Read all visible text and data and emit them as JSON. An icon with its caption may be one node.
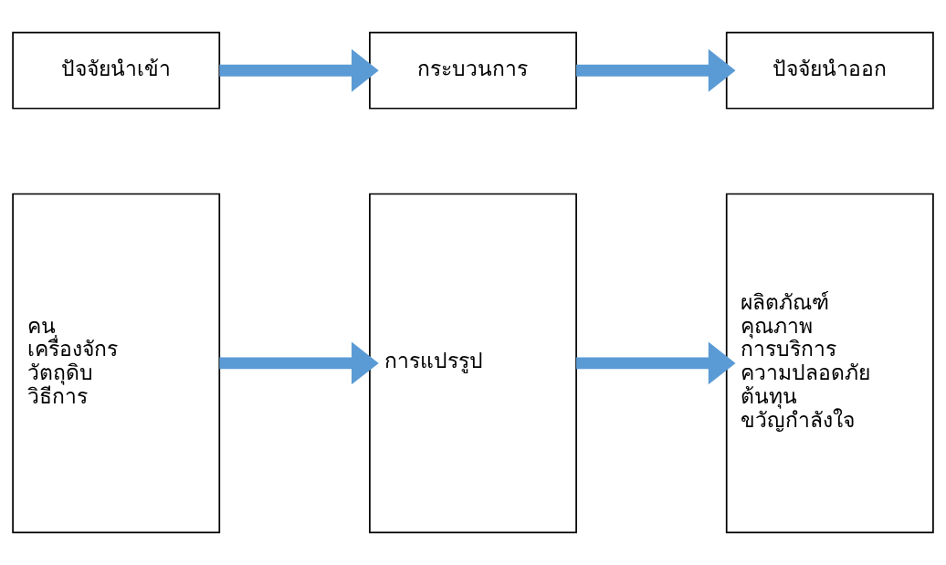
{
  "diagram": {
    "nodes": [
      {
        "text": [
          "ปัจจัยนำเข้า"
        ]
      },
      {
        "text": [
          "กระบวนการ"
        ]
      },
      {
        "text": [
          "ปัจจัยนำออก"
        ]
      },
      {
        "text": [
          "คน",
          "เครื่องจักร",
          "วัตถุดิบ",
          "วิธีการ"
        ]
      },
      {
        "text": [
          "การแปรรูป"
        ]
      },
      {
        "text": [
          "ผลิตภัณฑ์",
          "คุณภาพ",
          "การบริการ",
          "ความปลอดภัย",
          "ต้นทุน",
          "ขวัญกำลังใจ"
        ]
      }
    ],
    "edges": [
      {
        "from": 0,
        "to": 1,
        "arrow": "to"
      },
      {
        "from": 1,
        "to": 2,
        "arrow": "to"
      },
      {
        "from": 3,
        "to": 4,
        "arrow": "to"
      },
      {
        "from": 4,
        "to": 5,
        "arrow": "to"
      }
    ]
  }
}
